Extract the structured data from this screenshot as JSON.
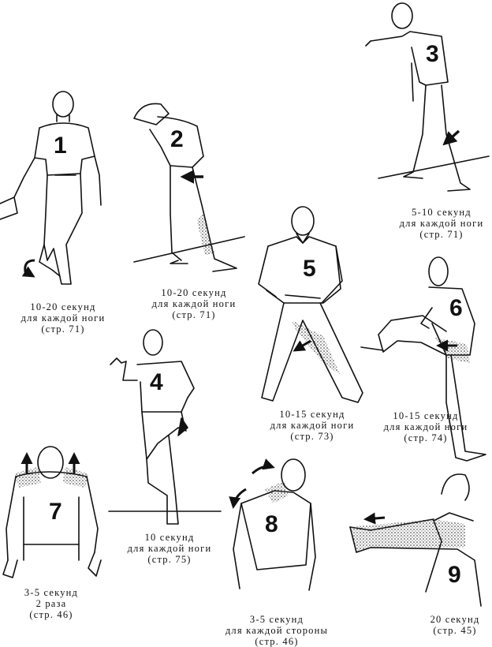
{
  "exercises": [
    {
      "number": "1",
      "duration": "10-20 секунд",
      "detail": "для каждой ноги",
      "page": "(стр. 71)"
    },
    {
      "number": "2",
      "duration": "10-20 секунд",
      "detail": "для каждой ноги",
      "page": "(стр. 71)"
    },
    {
      "number": "3",
      "duration": "5-10 секунд",
      "detail": "для каждой ноги",
      "page": "(стр. 71)"
    },
    {
      "number": "4",
      "duration": "10 секунд",
      "detail": "для каждой ноги",
      "page": "(стр. 75)"
    },
    {
      "number": "5",
      "duration": "10-15 секунд",
      "detail": "для каждой ноги",
      "page": "(стр. 73)"
    },
    {
      "number": "6",
      "duration": "10-15 секунд",
      "detail": "для каждой ноги",
      "page": "(стр. 74)"
    },
    {
      "number": "7",
      "duration": "3-5 секунд",
      "detail": "2 раза",
      "page": "(стр. 46)"
    },
    {
      "number": "8",
      "duration": "3-5 секунд",
      "detail": "для каждой стороны",
      "page": "(стр. 46)"
    },
    {
      "number": "9",
      "duration": "20 секунд",
      "detail": "",
      "page": "(стр. 45)"
    }
  ],
  "icons": {
    "figure": "person-stretch-illustration",
    "arrow": "direction-arrow-icon",
    "stipple": "muscle-stretch-shading"
  },
  "colors": {
    "ink": "#111111",
    "background": "#ffffff"
  }
}
